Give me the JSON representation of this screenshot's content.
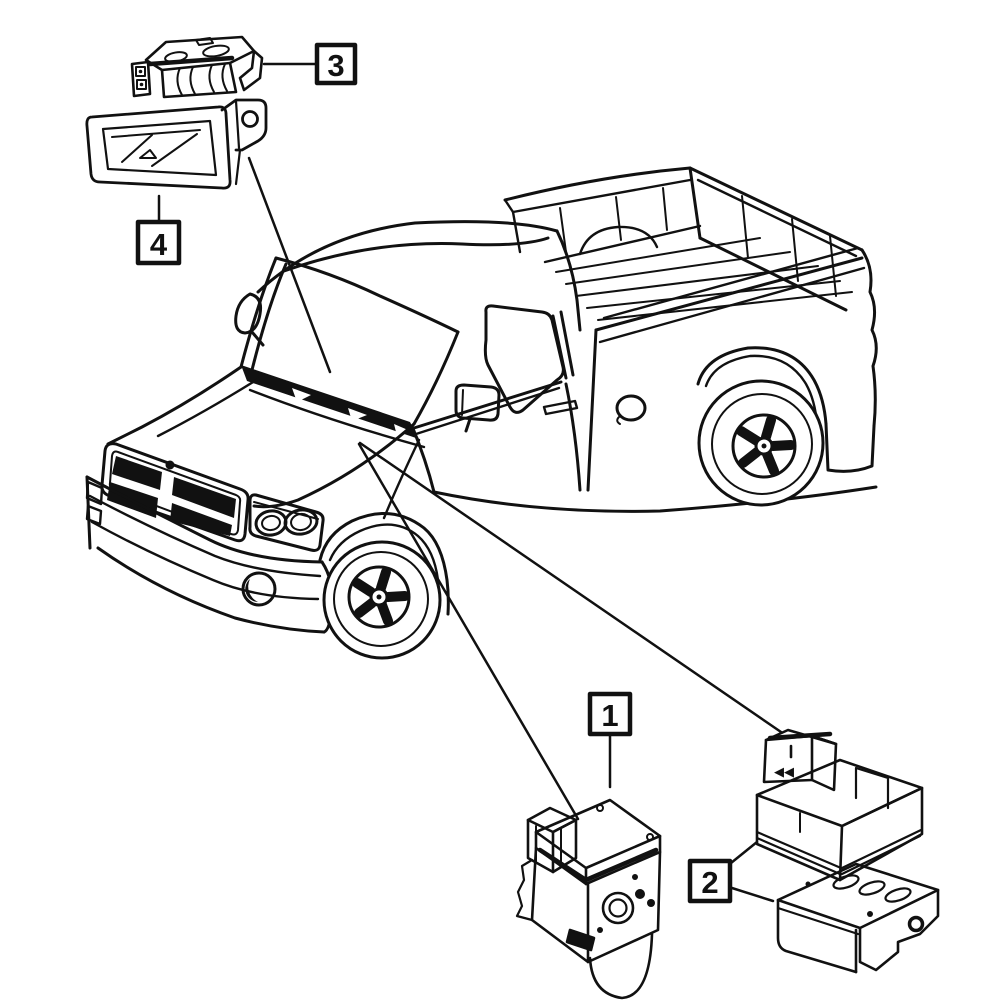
{
  "diagram": {
    "background_color": "#ffffff",
    "line_color": "#111111",
    "description": "Dodge Ram pickup anti-lock brake parts diagram",
    "callouts": [
      {
        "label": "1"
      },
      {
        "label": "2"
      },
      {
        "label": "3"
      },
      {
        "label": "4"
      }
    ],
    "module_marking": "◀◀"
  }
}
